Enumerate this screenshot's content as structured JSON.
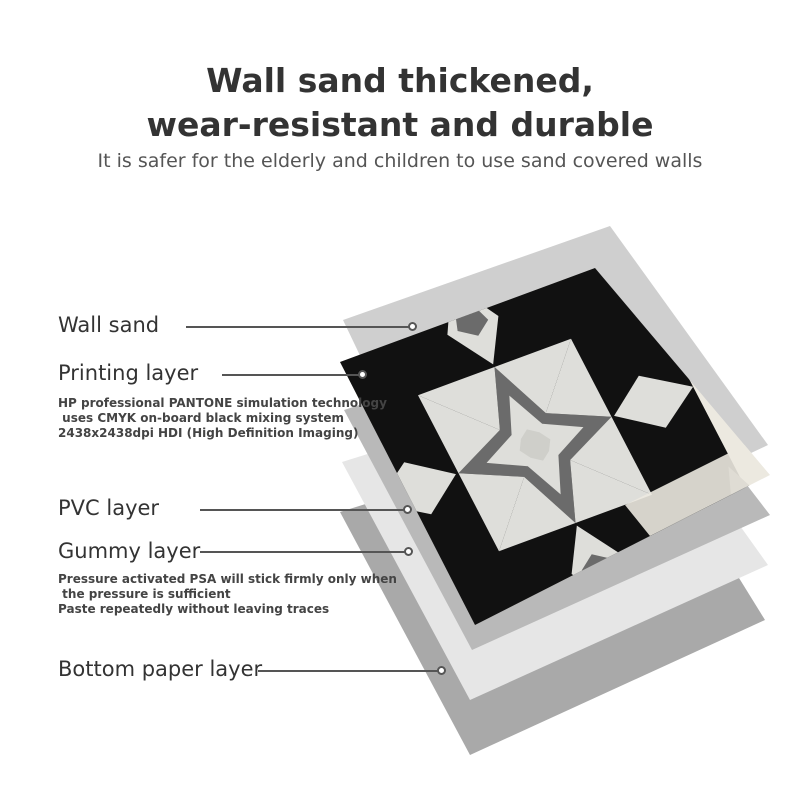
{
  "header": {
    "title_line1": "Wall sand thickened,",
    "title_line2": "wear-resistant and durable",
    "subtitle": "It is safer for the elderly and children to use sand covered walls"
  },
  "layers": {
    "wall_sand": {
      "label": "Wall sand"
    },
    "printing": {
      "label": "Printing layer",
      "notes": [
        "HP professional PANTONE simulation technology",
        " uses CMYK on-board black mixing system",
        "2438x2438dpi HDI (High Definition Imaging)"
      ]
    },
    "pvc": {
      "label": "PVC layer"
    },
    "gummy": {
      "label": "Gummy layer",
      "notes": [
        "Pressure activated PSA will stick firmly only when",
        " the pressure is sufficient",
        "Paste repeatedly without leaving traces"
      ]
    },
    "bottom_paper": {
      "label": "Bottom paper layer"
    }
  },
  "colors": {
    "wall_sand_sheet": "#cfcfcf",
    "print_sheet_base": "#ece9e0",
    "tile_petal": "#dededa",
    "tile_star": "#6b6b6b",
    "tile_black": "#111111",
    "pvc_sheet": "#b9b9b9",
    "gummy_sheet": "#e6e6e6",
    "bottom_sheet": "#a9a9a9"
  }
}
